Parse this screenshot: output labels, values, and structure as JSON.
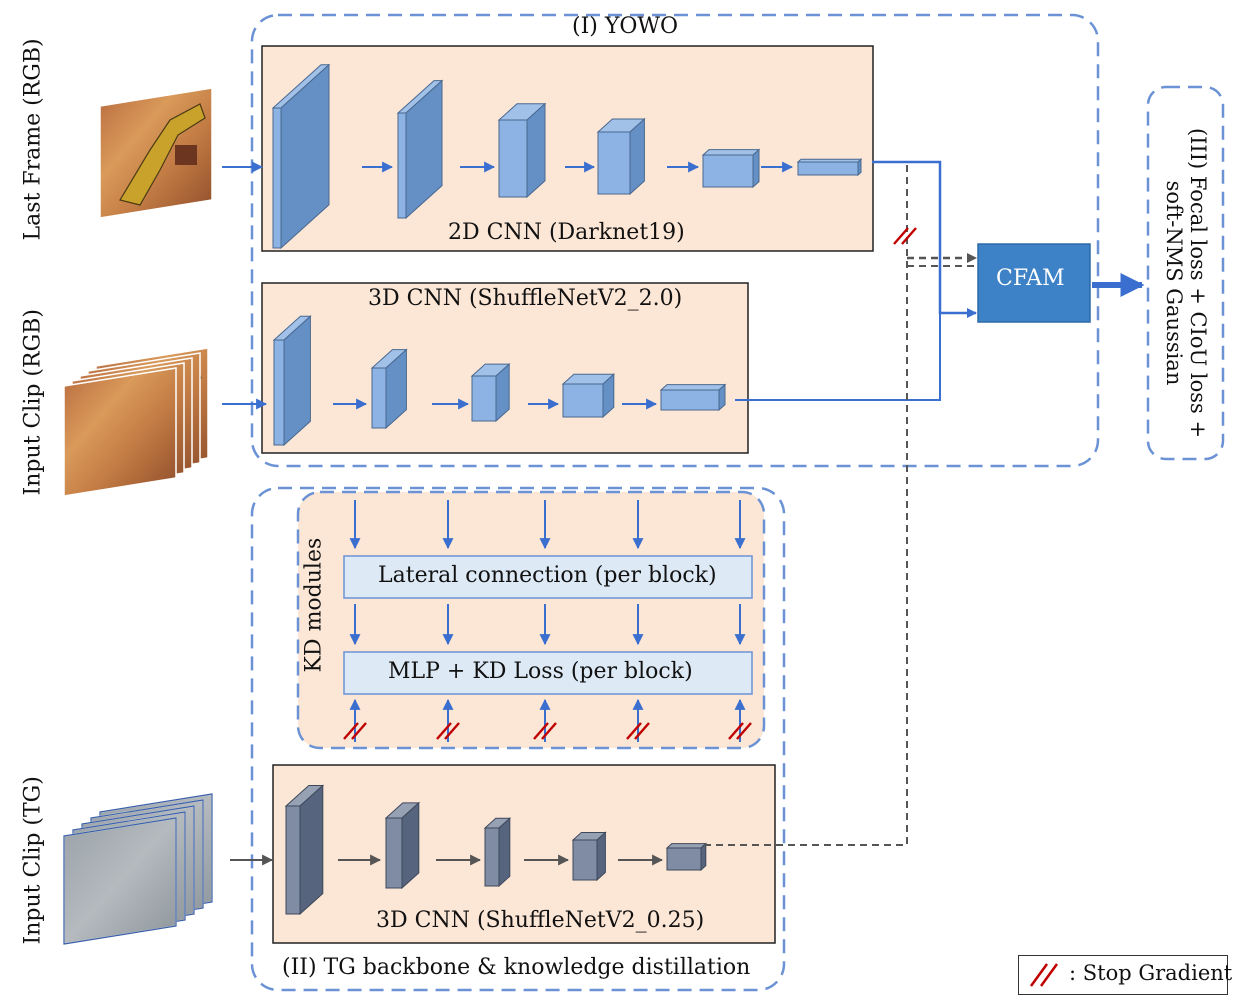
{
  "panels": {
    "yowo": "(I) YOWO",
    "tg": "(II) TG backbone & knowledge distillation",
    "loss": "(III) Focal loss + CIoU loss + soft-NMS Gaussian"
  },
  "inputs": {
    "last_frame": "Last Frame (RGB)",
    "input_clip_rgb": "Input Clip (RGB)",
    "input_clip_tg": "Input Clip (TG)"
  },
  "networks": {
    "cnn2d": "2D CNN (Darknet19)",
    "cnn3d": "3D CNN (ShuffleNetV2_2.0)",
    "cnn3d_tg": "3D CNN (ShuffleNetV2_0.25)",
    "cfam": "CFAM"
  },
  "kd": {
    "title": "KD modules",
    "lateral": "Lateral connection (per block)",
    "mlp": "MLP + KD Loss (per block)"
  },
  "legend": {
    "stop_gradient": ": Stop Gradient"
  },
  "colors": {
    "dashed_border": "#6a92d4",
    "panel_fill": "#fce6d6",
    "block_blue": "#6fa0dc",
    "block_gray": "#5f6f8c",
    "cfam_fill": "#3d82c6",
    "arrow_blue": "#3a6fd0",
    "stop_red": "#c00000",
    "kd_box_fill": "#ddeaf6"
  }
}
